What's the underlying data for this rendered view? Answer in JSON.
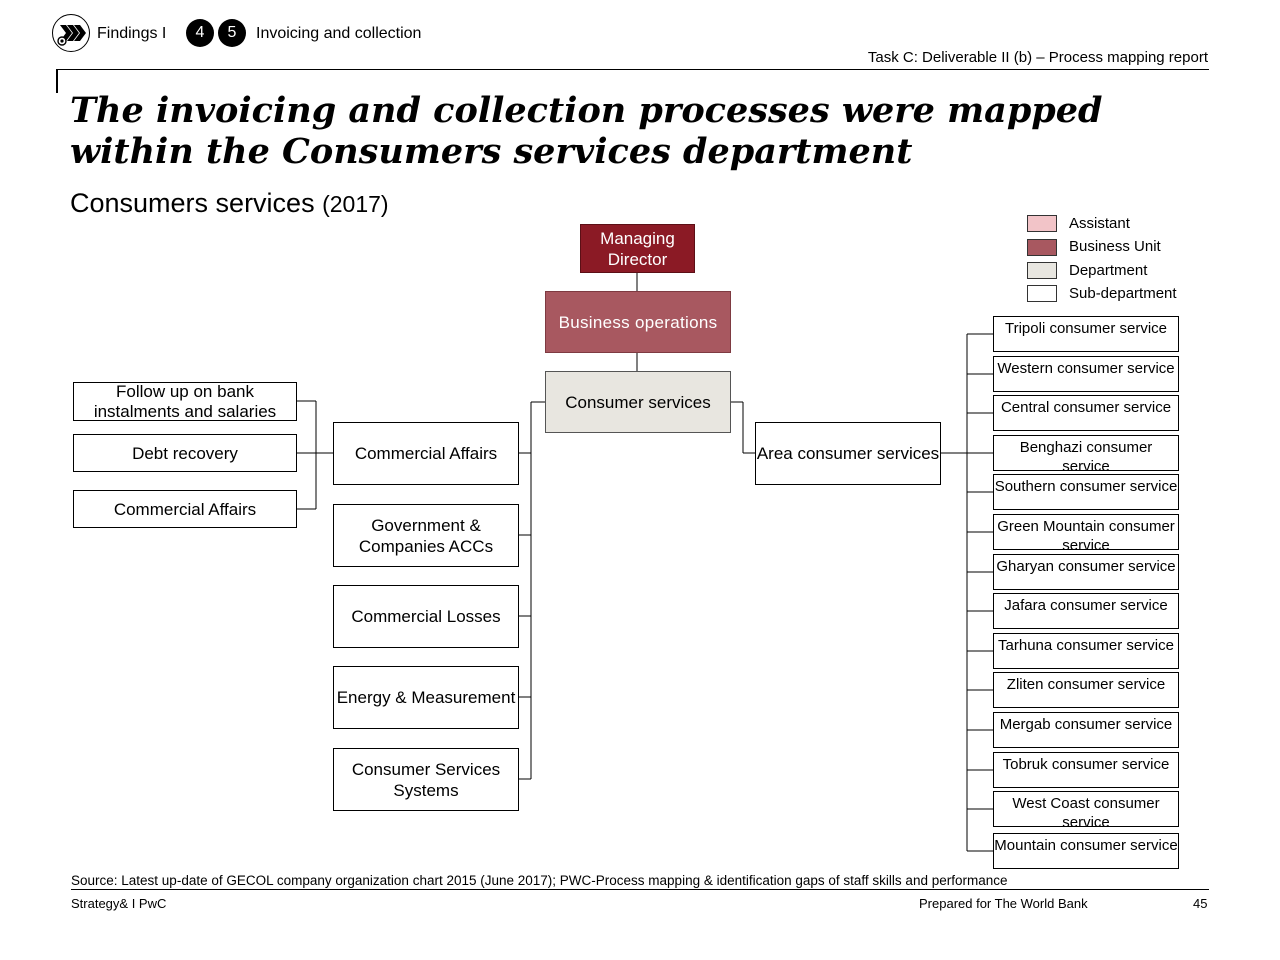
{
  "header": {
    "section": "Findings I",
    "steps": [
      "4",
      "5"
    ],
    "topic": "Invoicing and collection",
    "task": "Task C: Deliverable II (b) – Process mapping report"
  },
  "title": "The invoicing and collection processes were mapped within the Consumers services department",
  "subtitle": {
    "main": "Consumers services",
    "year": "(2017)"
  },
  "legend": [
    {
      "label": "Assistant",
      "color": "#f2c4c8"
    },
    {
      "label": "Business Unit",
      "color": "#a85860"
    },
    {
      "label": "Department",
      "color": "#e8e6e0"
    },
    {
      "label": "Sub-department",
      "color": "#ffffff"
    }
  ],
  "org": {
    "managing_director": "Managing Director",
    "business_operations": "Business operations",
    "consumer_services": "Consumer services",
    "area_consumer_services": "Area consumer services",
    "left_column": [
      "Commercial Affairs",
      "Government & Companies ACCs",
      "Commercial Losses",
      "Energy & Measurement",
      "Consumer Services Systems"
    ],
    "far_left": [
      "Follow up on bank instalments and salaries",
      "Debt recovery",
      "Commercial Affairs"
    ],
    "right_column": [
      "Tripoli consumer service",
      "Western consumer service",
      "Central consumer service",
      "Benghazi consumer service",
      "Southern consumer service",
      "Green Mountain consumer service",
      "Gharyan consumer service",
      "Jafara consumer service",
      "Tarhuna consumer service",
      "Zliten consumer service",
      "Mergab consumer service",
      "Tobruk consumer service",
      "West Coast consumer service",
      "Mountain consumer service"
    ]
  },
  "footer": {
    "source": "Source: Latest up-date of GECOL company organization chart 2015 (June 2017); PWC-Process mapping & identification gaps of staff skills and performance",
    "brand": "Strategy& I PwC",
    "prepared_for": "Prepared for The World Bank",
    "page": "45"
  }
}
